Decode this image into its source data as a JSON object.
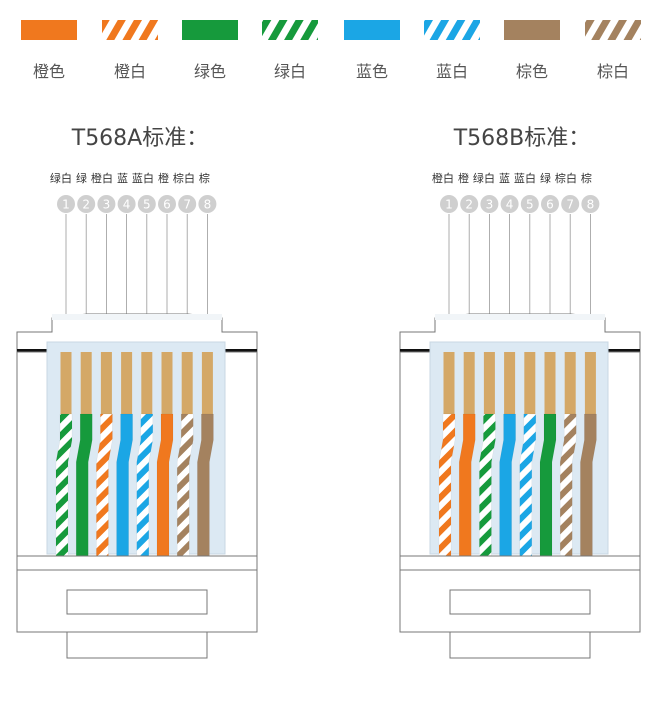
{
  "colors": {
    "orange": "#F0781E",
    "green": "#169A3C",
    "blue": "#1BA6E5",
    "brown": "#A4825F",
    "copper": "#D4A867",
    "plug_body": "#DCE9F3"
  },
  "legend": [
    {
      "label": "橙色",
      "color": "orange",
      "striped": false
    },
    {
      "label": "橙白",
      "color": "orange",
      "striped": true
    },
    {
      "label": "绿色",
      "color": "green",
      "striped": false
    },
    {
      "label": "绿白",
      "color": "green",
      "striped": true
    },
    {
      "label": "蓝色",
      "color": "blue",
      "striped": false
    },
    {
      "label": "蓝白",
      "color": "blue",
      "striped": true
    },
    {
      "label": "棕色",
      "color": "brown",
      "striped": false
    },
    {
      "label": "棕白",
      "color": "brown",
      "striped": true
    }
  ],
  "standards": [
    {
      "id": "t568a",
      "title": "T568A标准：",
      "pin_names": "绿白 绿 橙白 蓝 蓝白 橙 棕白 棕",
      "pins": [
        "1",
        "2",
        "3",
        "4",
        "5",
        "6",
        "7",
        "8"
      ],
      "wires": [
        {
          "color": "green",
          "striped": true
        },
        {
          "color": "green",
          "striped": false
        },
        {
          "color": "orange",
          "striped": true
        },
        {
          "color": "blue",
          "striped": false
        },
        {
          "color": "blue",
          "striped": true
        },
        {
          "color": "orange",
          "striped": false
        },
        {
          "color": "brown",
          "striped": true
        },
        {
          "color": "brown",
          "striped": false
        }
      ]
    },
    {
      "id": "t568b",
      "title": "T568B标准：",
      "pin_names": "橙白 橙 绿白 蓝 蓝白 绿 棕白 棕",
      "pins": [
        "1",
        "2",
        "3",
        "4",
        "5",
        "6",
        "7",
        "8"
      ],
      "wires": [
        {
          "color": "orange",
          "striped": true
        },
        {
          "color": "orange",
          "striped": false
        },
        {
          "color": "green",
          "striped": true
        },
        {
          "color": "blue",
          "striped": false
        },
        {
          "color": "blue",
          "striped": true
        },
        {
          "color": "green",
          "striped": false
        },
        {
          "color": "brown",
          "striped": true
        },
        {
          "color": "brown",
          "striped": false
        }
      ]
    }
  ]
}
